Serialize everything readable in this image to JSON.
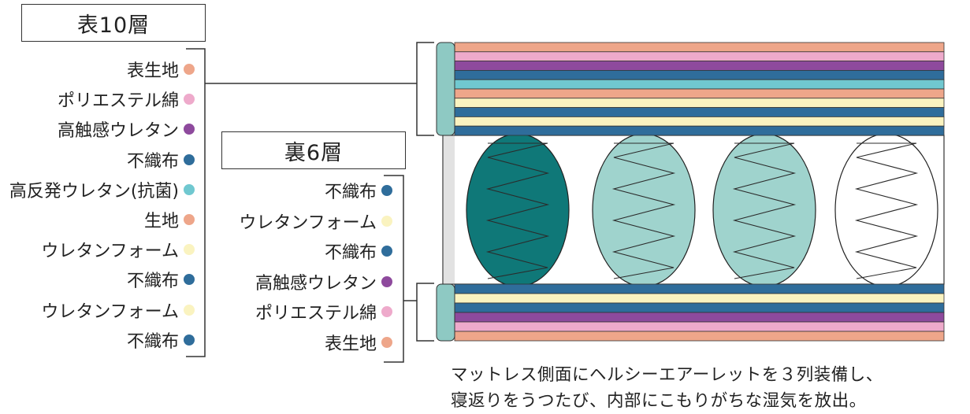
{
  "top_title": "表10層",
  "bottom_title": "裏6層",
  "top_layers": [
    {
      "label": "表生地",
      "color": "#eea68a"
    },
    {
      "label": "ポリエステル綿",
      "color": "#eeaacb"
    },
    {
      "label": "高触感ウレタン",
      "color": "#8e4a9d"
    },
    {
      "label": "不織布",
      "color": "#2f6d9b"
    },
    {
      "label": "高反発ウレタン(抗菌)",
      "color": "#70c8d0"
    },
    {
      "label": "生地",
      "color": "#eea68a"
    },
    {
      "label": "ウレタンフォーム",
      "color": "#faf3c0"
    },
    {
      "label": "不織布",
      "color": "#2f6d9b"
    },
    {
      "label": "ウレタンフォーム",
      "color": "#faf3c0"
    },
    {
      "label": "不織布",
      "color": "#2f6d9b"
    }
  ],
  "bottom_layers": [
    {
      "label": "不織布",
      "color": "#2f6d9b"
    },
    {
      "label": "ウレタンフォーム",
      "color": "#faf3c0"
    },
    {
      "label": "不織布",
      "color": "#2f6d9b"
    },
    {
      "label": "高触感ウレタン",
      "color": "#8e4a9d"
    },
    {
      "label": "ポリエステル綿",
      "color": "#eeaacb"
    },
    {
      "label": "表生地",
      "color": "#eea68a"
    }
  ],
  "coil_colors": [
    "#0f7878",
    "#9fd3cd",
    "#9fd3cd",
    "#ffffff"
  ],
  "side_panel_color": "#8ec9c3",
  "caption_line1": "マットレス側面にヘルシーエアーレットを３列装備し、",
  "caption_line2": "寝返りをうつたび、内部にこもりがちな湿気を放出。"
}
